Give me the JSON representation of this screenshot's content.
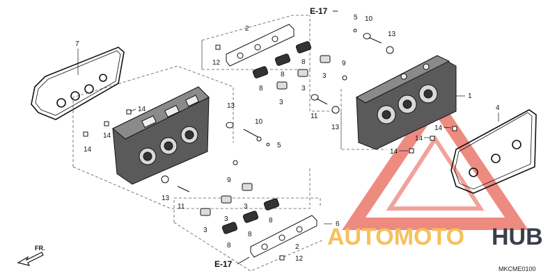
{
  "diagram": {
    "part_code": "MKCME0100",
    "direction_label": "FR.",
    "ref_labels": [
      "E-17",
      "E-17"
    ],
    "watermark": {
      "left_text": "AUTOMOTO",
      "right_text": "HUB",
      "left_color": "#f6c05a",
      "right_color": "#3a3f4a",
      "triangle_color": "#e34a3a"
    },
    "callouts": {
      "top_upper": [
        "2",
        "5",
        "10",
        "13",
        "12",
        "8",
        "8",
        "8",
        "3",
        "3",
        "3",
        "9",
        "1",
        "11",
        "13"
      ],
      "left": [
        "7",
        "14",
        "14",
        "14",
        "13",
        "10",
        "5",
        "9",
        "13",
        "11"
      ],
      "right": [
        "4",
        "14",
        "14",
        "14"
      ],
      "bottom_lower": [
        "3",
        "3",
        "3",
        "8",
        "8",
        "8",
        "6",
        "2",
        "12"
      ]
    }
  }
}
